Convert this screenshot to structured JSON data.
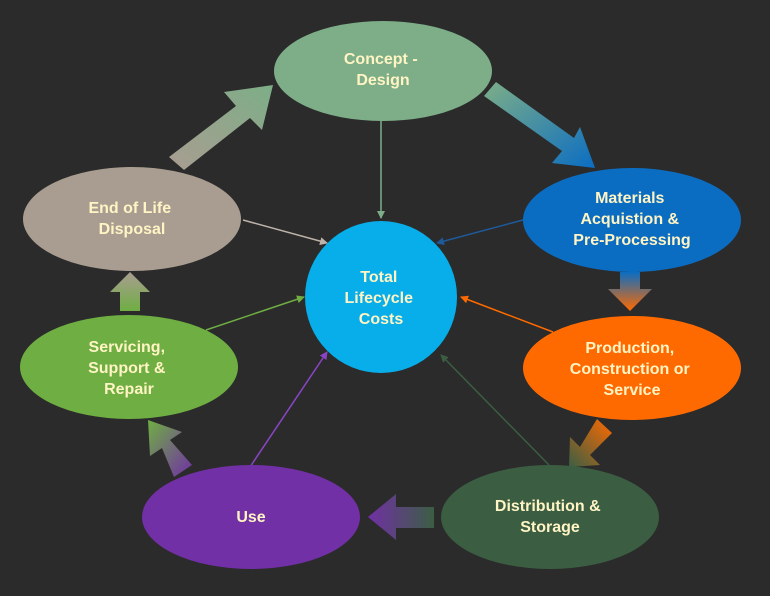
{
  "diagram": {
    "center": {
      "lines": [
        "Total",
        "Lifecycle",
        "Costs"
      ]
    },
    "stages": {
      "concept": {
        "lines": [
          "Concept -",
          "Design"
        ],
        "color": "#7dae87"
      },
      "materials": {
        "lines": [
          "Materials",
          "Acquistion &",
          "Pre-Processing"
        ],
        "color": "#0b6dc2"
      },
      "production": {
        "lines": [
          "Production,",
          "Construction or",
          "Service"
        ],
        "color": "#ff6a00"
      },
      "distribution": {
        "lines": [
          "Distribution &",
          "Storage"
        ],
        "color": "#3b5e43"
      },
      "use": {
        "lines": [
          "Use"
        ],
        "color": "#7130a5"
      },
      "servicing": {
        "lines": [
          "Servicing,",
          "Support &",
          "Repair"
        ],
        "color": "#6fae43"
      },
      "disposal": {
        "lines": [
          "End of Life",
          "Disposal"
        ],
        "color": "#a99d91"
      }
    },
    "colors": {
      "background": "#2b2b2b",
      "center": "#08aeea",
      "label_light": "#fff4c4",
      "label_white": "#ffffff"
    }
  }
}
